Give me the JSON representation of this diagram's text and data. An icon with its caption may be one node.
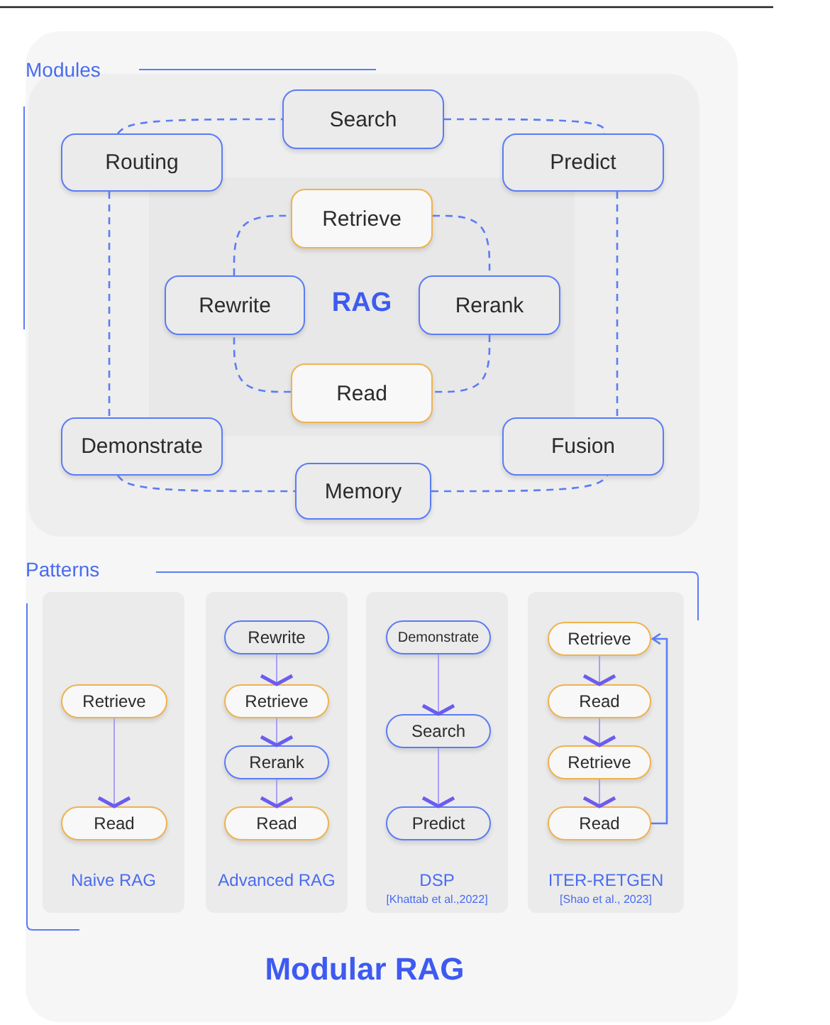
{
  "diagram": {
    "title": "Modular RAG",
    "nodes": [
      {
        "text": [
          "RAG"
        ]
      },
      {
        "text": [
          "Search"
        ]
      },
      {
        "text": [
          "Routing"
        ]
      },
      {
        "text": [
          "Predict"
        ]
      },
      {
        "text": [
          "Retrieve"
        ],
        "in": 0
      },
      {
        "text": [
          "Rewrite"
        ],
        "in": 0
      },
      {
        "text": [
          "Rerank"
        ],
        "in": 0
      },
      {
        "text": [
          "Read"
        ],
        "in": 0
      },
      {
        "text": [
          "Demonstrate"
        ]
      },
      {
        "text": [
          "Fusion"
        ]
      },
      {
        "text": [
          "Memory"
        ]
      },
      {
        "text": [
          "Naive RAG"
        ]
      },
      {
        "text": [
          "Retrieve"
        ],
        "in": 11
      },
      {
        "text": [
          "Read"
        ],
        "in": 11
      },
      {
        "text": [
          "Advanced RAG"
        ]
      },
      {
        "text": [
          "Rewrite"
        ],
        "in": 14
      },
      {
        "text": [
          "Retrieve"
        ],
        "in": 14
      },
      {
        "text": [
          "Rerank"
        ],
        "in": 14
      },
      {
        "text": [
          "Read"
        ],
        "in": 14
      },
      {
        "text": [
          "DSP",
          "[Khattab et al.,2022]"
        ]
      },
      {
        "text": [
          "Demonstrate"
        ],
        "in": 19
      },
      {
        "text": [
          "Search"
        ],
        "in": 19
      },
      {
        "text": [
          "Predict"
        ],
        "in": 19
      },
      {
        "text": [
          "ITER-RETGEN",
          "[Shao et al., 2023]"
        ]
      },
      {
        "text": [
          "Retrieve"
        ],
        "in": 23
      },
      {
        "text": [
          "Read"
        ],
        "in": 23
      },
      {
        "text": [
          "Retrieve"
        ],
        "in": 23
      },
      {
        "text": [
          "Read"
        ],
        "in": 23
      }
    ],
    "edges": [
      {
        "from": 2,
        "to": 1,
        "arrow": "none",
        "style": "dashed"
      },
      {
        "from": 1,
        "to": 3,
        "arrow": "none",
        "style": "dashed"
      },
      {
        "from": 2,
        "to": 8,
        "arrow": "none",
        "style": "dashed"
      },
      {
        "from": 3,
        "to": 9,
        "arrow": "none",
        "style": "dashed"
      },
      {
        "from": 8,
        "to": 10,
        "arrow": "none",
        "style": "dashed"
      },
      {
        "from": 10,
        "to": 9,
        "arrow": "none",
        "style": "dashed"
      },
      {
        "from": 4,
        "to": 6,
        "arrow": "none",
        "style": "dashed"
      },
      {
        "from": 6,
        "to": 7,
        "arrow": "none",
        "style": "dashed"
      },
      {
        "from": 7,
        "to": 5,
        "arrow": "none",
        "style": "dashed"
      },
      {
        "from": 5,
        "to": 4,
        "arrow": "none",
        "style": "dashed"
      },
      {
        "from": 12,
        "to": 13,
        "arrow": "to"
      },
      {
        "from": 15,
        "to": 16,
        "arrow": "to"
      },
      {
        "from": 16,
        "to": 17,
        "arrow": "to"
      },
      {
        "from": 17,
        "to": 18,
        "arrow": "to"
      },
      {
        "from": 20,
        "to": 21,
        "arrow": "to"
      },
      {
        "from": 21,
        "to": 22,
        "arrow": "to"
      },
      {
        "from": 24,
        "to": 25,
        "arrow": "to"
      },
      {
        "from": 25,
        "to": 26,
        "arrow": "to"
      },
      {
        "from": 26,
        "to": 27,
        "arrow": "to"
      },
      {
        "from": 27,
        "to": 24,
        "arrow": "to"
      }
    ],
    "labels": [
      "Modules",
      "Patterns"
    ]
  }
}
